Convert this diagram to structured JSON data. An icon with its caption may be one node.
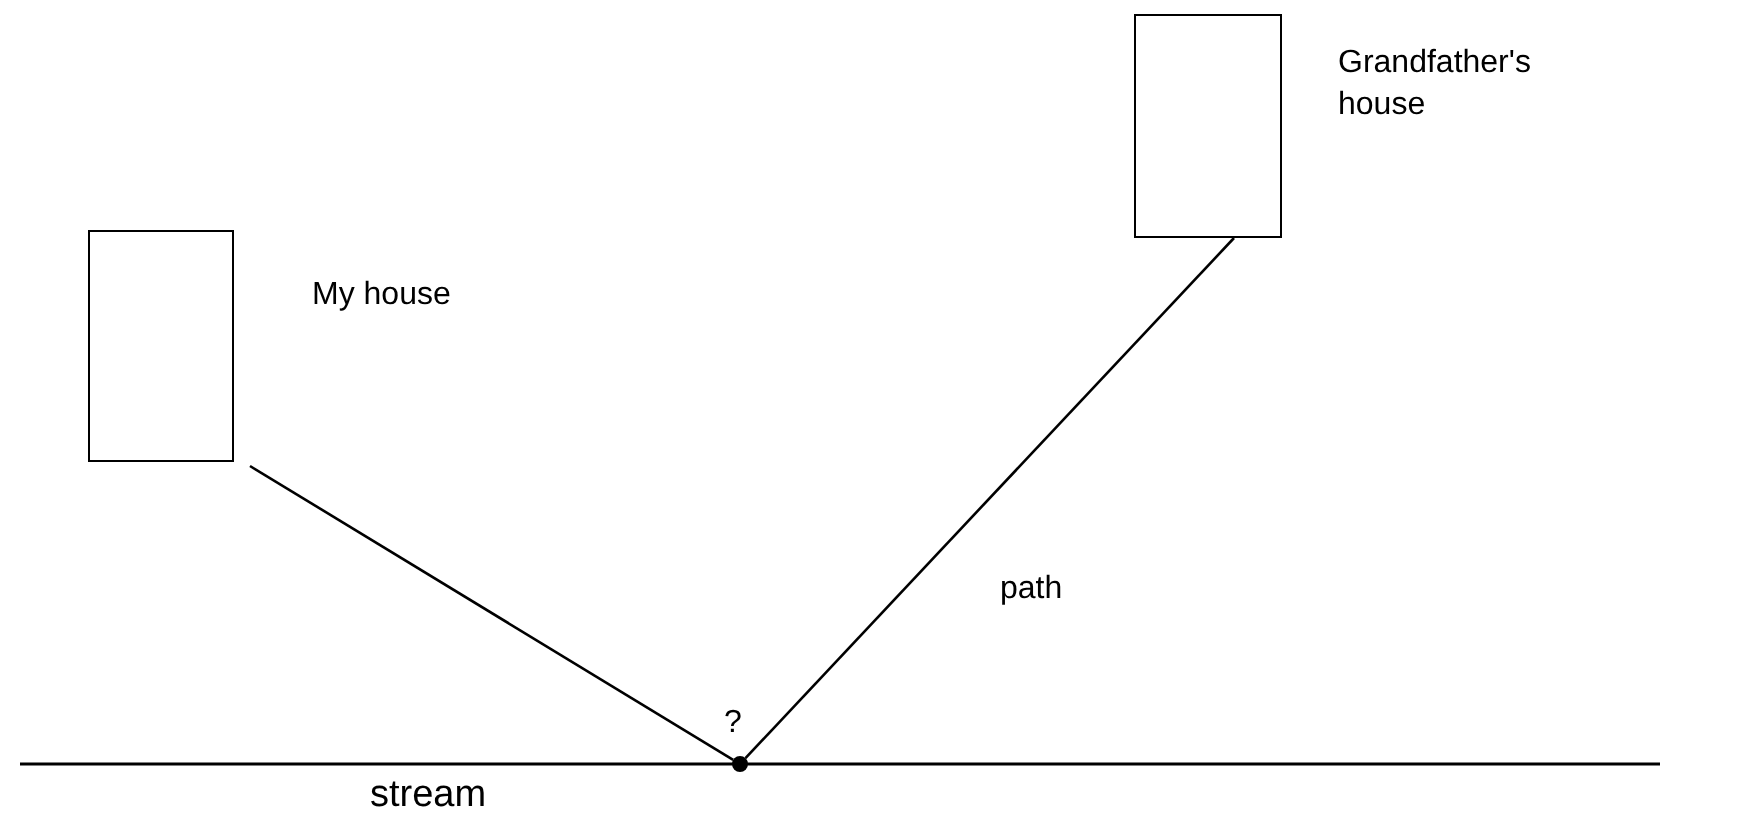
{
  "diagram": {
    "nodes": [
      {
        "text": [
          "My house"
        ]
      },
      {
        "text": [
          "Grandfather's house"
        ]
      },
      {
        "text": [],
        "shape": "circle",
        "beside": [
          "?"
        ]
      }
    ],
    "edges": [
      {
        "from": 0,
        "to": 2,
        "arrow": "none"
      },
      {
        "from": 1,
        "to": 2,
        "arrow": "none",
        "label": "path"
      }
    ],
    "labels": [
      "stream"
    ]
  }
}
